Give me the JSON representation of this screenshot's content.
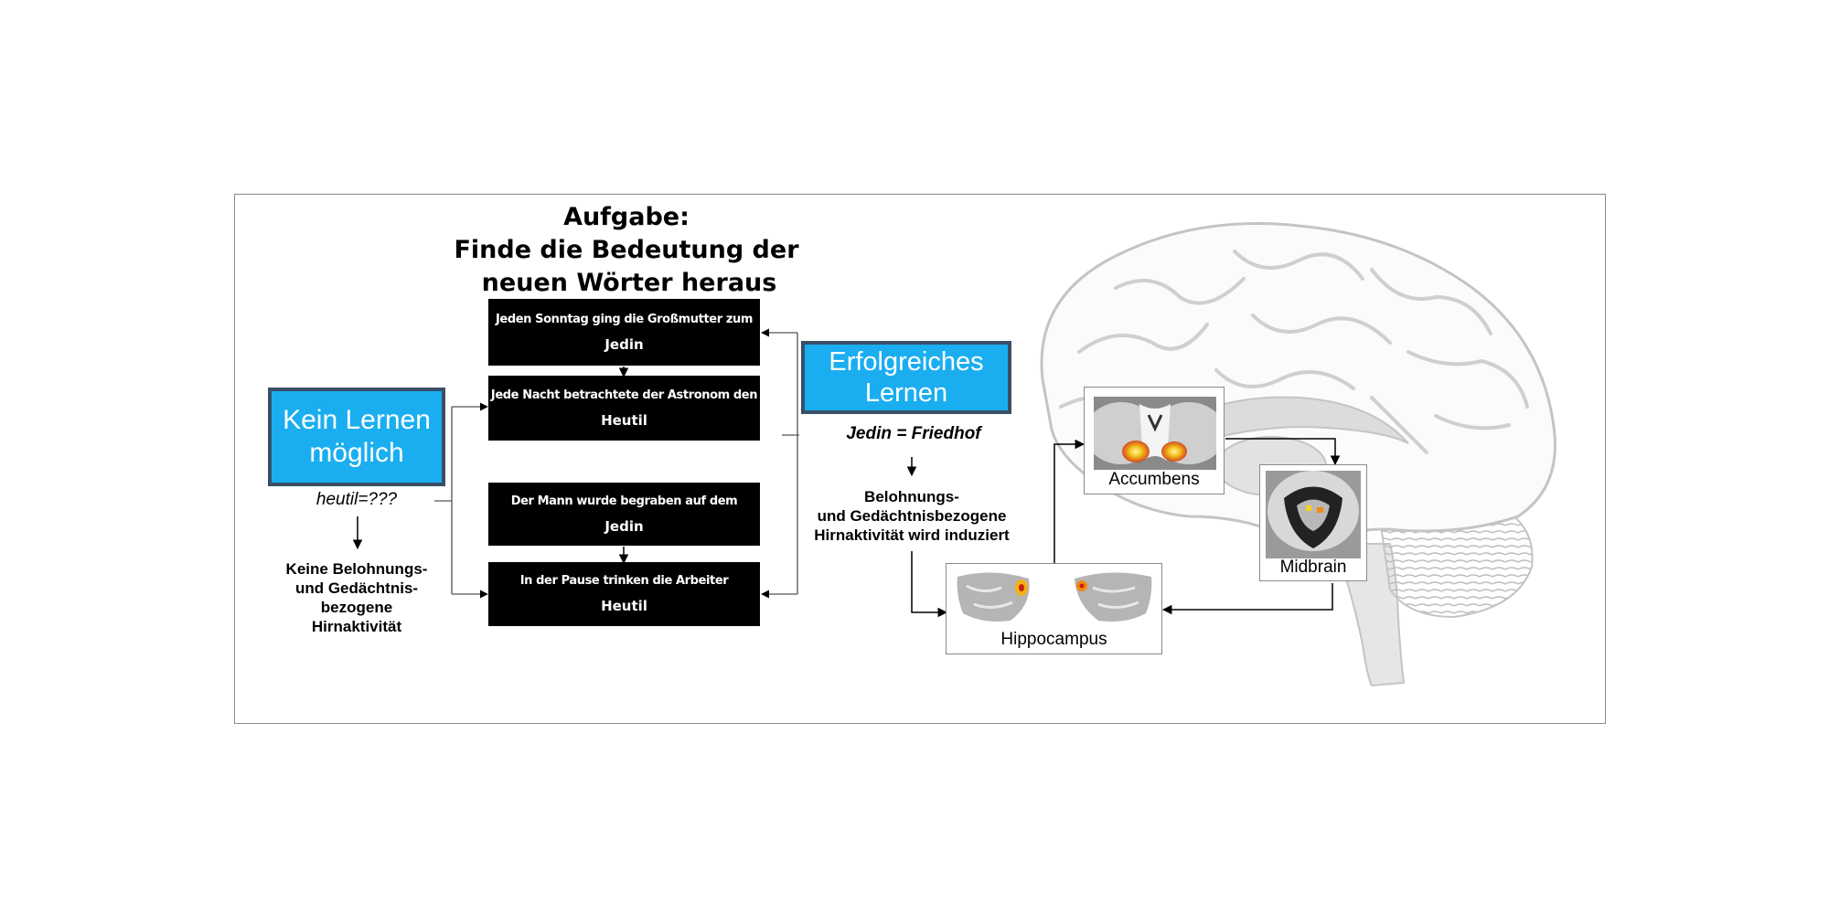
{
  "task": {
    "line1": "Aufgabe:",
    "line2": "Finde die Bedeutung der",
    "line3": "neuen Wörter heraus"
  },
  "no_learning": {
    "line1": "Kein Lernen",
    "line2": "möglich",
    "equation": "heutil=???",
    "description": [
      "Keine Belohnungs-",
      "und Gedächtnis-",
      "bezogene",
      "Hirnaktivität"
    ]
  },
  "success": {
    "line1": "Erfolgreiches",
    "line2": "Lernen",
    "equation_word": "Jedin",
    "equation_sign": " = ",
    "equation_meaning": "Friedhof",
    "description": [
      "Belohnungs-",
      "und Gedächtnisbezogene",
      "Hirnaktivität wird induziert"
    ]
  },
  "sentences": [
    {
      "text": "Jeden Sonntag ging die Großmutter zum",
      "word": "Jedin"
    },
    {
      "text": "Jede Nacht betrachtete der Astronom den",
      "word": "Heutil"
    },
    {
      "text": "Der Mann wurde begraben auf dem",
      "word": "Jedin"
    },
    {
      "text": "In der Pause trinken die Arbeiter",
      "word": "Heutil"
    }
  ],
  "regions": {
    "accumbens": "Accumbens",
    "midbrain": "Midbrain",
    "hippocampus": "Hippocampus"
  },
  "colors": {
    "box_blue": "#1aaef0",
    "box_border": "#3a4f66",
    "brain_outline": "#c4c4c4",
    "activation": "#f08a10"
  }
}
